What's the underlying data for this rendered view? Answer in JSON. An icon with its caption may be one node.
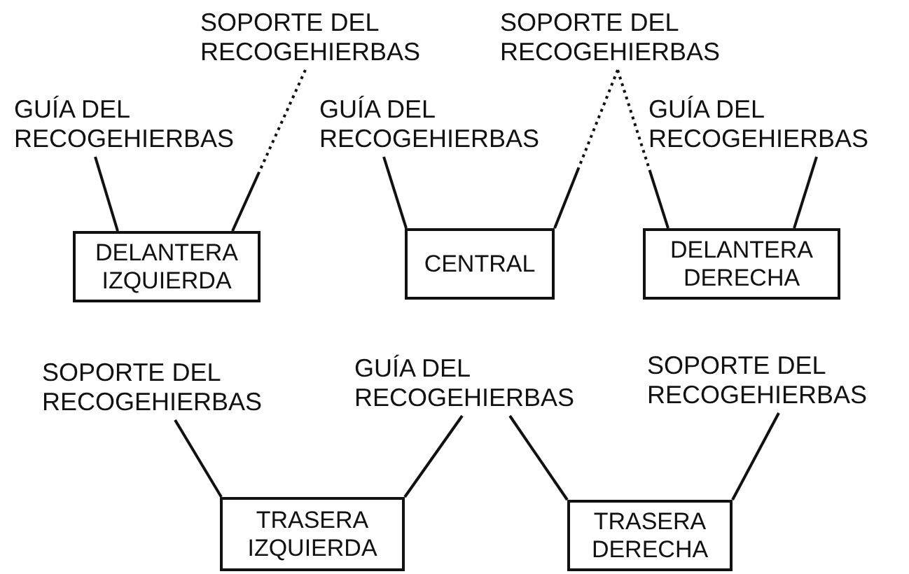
{
  "diagram": {
    "nodes": [
      {
        "text": [
          "SOPORTE DEL RECOGEHIERBAS"
        ]
      },
      {
        "text": [
          "SOPORTE DEL RECOGEHIERBAS"
        ]
      },
      {
        "text": [
          "GUÍA DEL RECOGEHIERBAS"
        ]
      },
      {
        "text": [
          "GUÍA DEL RECOGEHIERBAS"
        ]
      },
      {
        "text": [
          "GUÍA DEL RECOGEHIERBAS"
        ]
      },
      {
        "text": [
          "DELANTERA IZQUIERDA"
        ]
      },
      {
        "text": [
          "CENTRAL"
        ]
      },
      {
        "text": [
          "DELANTERA DERECHA"
        ]
      },
      {
        "text": [
          "SOPORTE DEL RECOGEHIERBAS"
        ]
      },
      {
        "text": [
          "GUÍA DEL RECOGEHIERBAS"
        ]
      },
      {
        "text": [
          "SOPORTE DEL RECOGEHIERBAS"
        ]
      },
      {
        "text": [
          "TRASERA IZQUIERDA"
        ]
      },
      {
        "text": [
          "TRASERA DERECHA"
        ]
      }
    ],
    "edges": [
      {
        "from": 2,
        "to": 5,
        "arrow": "none"
      },
      {
        "from": 0,
        "to": 5,
        "arrow": "none",
        "style": "dashed"
      },
      {
        "from": 3,
        "to": 6,
        "arrow": "none"
      },
      {
        "from": 1,
        "to": 6,
        "arrow": "none",
        "style": "dashed"
      },
      {
        "from": 1,
        "to": 7,
        "arrow": "none",
        "style": "dashed"
      },
      {
        "from": 4,
        "to": 7,
        "arrow": "none"
      },
      {
        "from": 8,
        "to": 11,
        "arrow": "none"
      },
      {
        "from": 9,
        "to": 11,
        "arrow": "none"
      },
      {
        "from": 9,
        "to": 12,
        "arrow": "none"
      },
      {
        "from": 10,
        "to": 12,
        "arrow": "none"
      }
    ]
  }
}
